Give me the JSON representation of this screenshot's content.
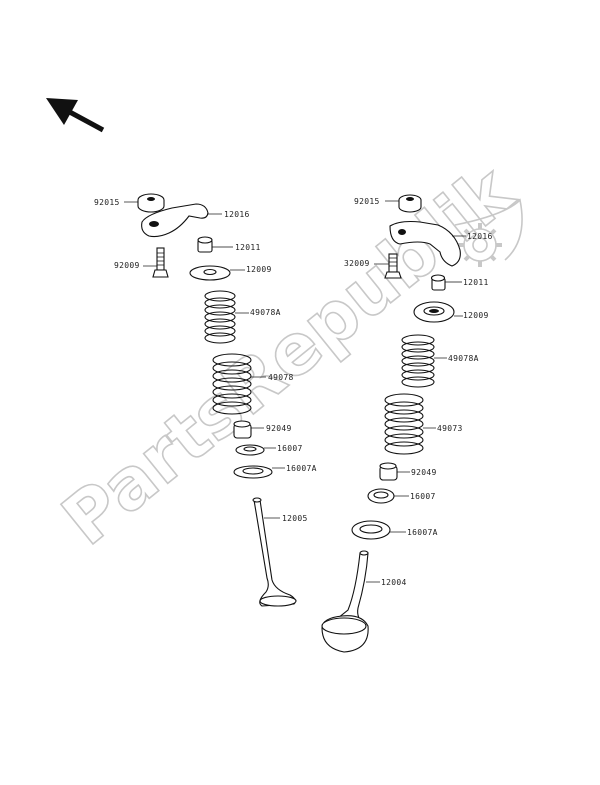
{
  "watermark": {
    "text": "PartsRepublik",
    "icon": "gear-icon"
  },
  "orientation_arrow": {
    "icon": "arrow-up-left-icon"
  },
  "labels": {
    "l_92015": "92015",
    "l_12016": "12016",
    "l_12011": "12011",
    "l_92009": "92009",
    "l_12009": "12009",
    "l_49078A": "49078A",
    "l_49078": "49078",
    "l_92049": "92049",
    "l_16007": "16007",
    "l_16007A": "16007A",
    "l_12005": "12005",
    "r_92015": "92015",
    "r_12016": "12016",
    "r_92009": "32009",
    "r_12011": "12011",
    "r_12009": "12009",
    "r_49078A": "49078A",
    "r_49078": "49073",
    "r_92049": "92049",
    "r_16007": "16007",
    "r_16007A": "16007A",
    "r_12004": "12004"
  }
}
